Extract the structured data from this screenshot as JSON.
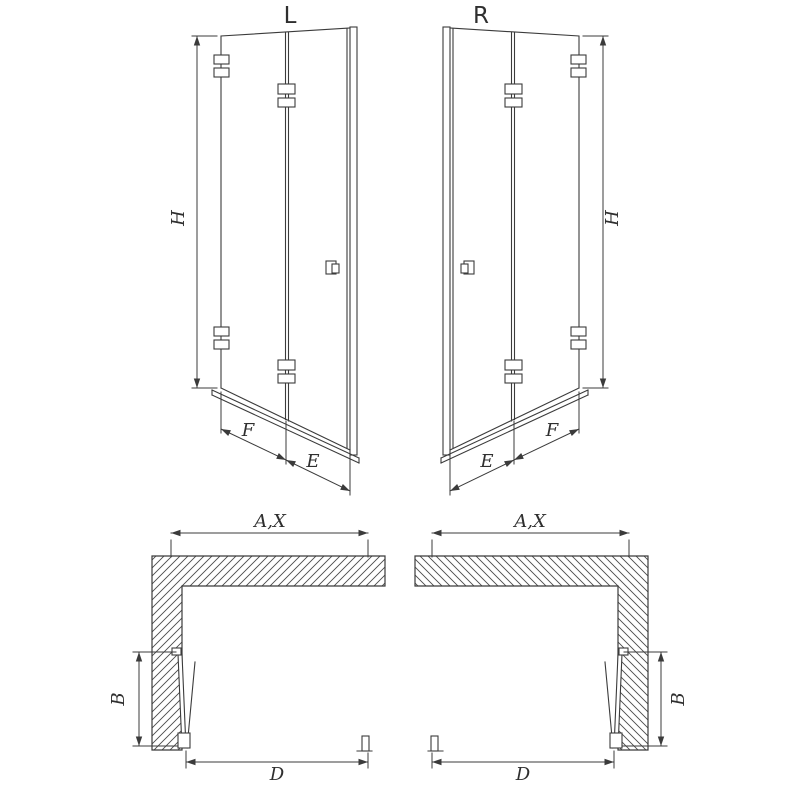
{
  "diagram": {
    "elevations": [
      {
        "variant": "L",
        "height_label": "H",
        "bottom_labels": [
          "F",
          "E"
        ]
      },
      {
        "variant": "R",
        "height_label": "H",
        "bottom_labels": [
          "E",
          "F"
        ]
      }
    ],
    "plans": [
      {
        "variant": "L",
        "top_label": "A,X",
        "side_label": "B",
        "bottom_label": "D"
      },
      {
        "variant": "R",
        "top_label": "A,X",
        "side_label": "B",
        "bottom_label": "D"
      }
    ],
    "colors": {
      "line": "#3b3b3b",
      "background": "#ffffff"
    }
  }
}
